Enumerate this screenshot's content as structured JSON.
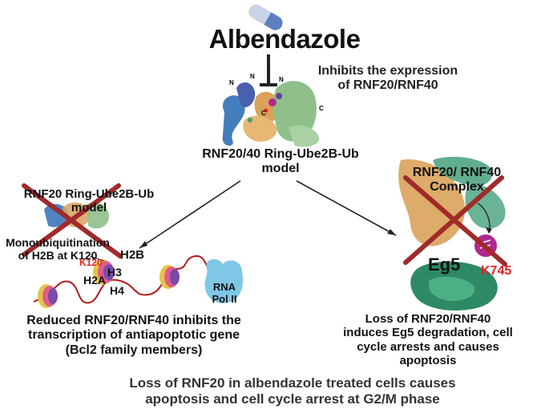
{
  "drug": "Albendazole",
  "inhibit_label_line1": "Inhibits the expression",
  "inhibit_label_line2": "of RNF20/RNF40",
  "model_label_line1": "RNF20/40 Ring-Ube2B-Ub",
  "model_label_line2": "model",
  "left_panel": {
    "ring_label_line1": "RNF20 Ring-Ube2B-Ub",
    "ring_label_line2": "model",
    "mono_line1": "Monoubiquitination",
    "mono_line2": "of H2B at K120",
    "h2b": "H2B",
    "k120": "K120",
    "h3": "H3",
    "h2a": "H2A",
    "h4": "H4",
    "rna_pol_line1": "RNA",
    "rna_pol_line2": "Pol II",
    "caption_line1": "Reduced RNF20/RNF40 inhibits the",
    "caption_line2": "transcription of antiapoptotic gene",
    "caption_line3": "(Bcl2 family members)"
  },
  "right_panel": {
    "complex_line1": "RNF20/ RNF40",
    "complex_line2": "Complex",
    "eg5": "Eg5",
    "k745": "K745",
    "caption_line1": "Loss of RNF20/RNF40",
    "caption_line2": "induces Eg5 degradation, cell",
    "caption_line3": "cycle arrests and causes",
    "caption_line4": "apoptosis"
  },
  "footer_line1": "Loss of RNF20 in albendazole treated cells causes",
  "footer_line2": "apoptosis and cell cycle arrest at G2/M phase",
  "colors": {
    "cross": "#a02a2a",
    "highlight": "#e02020",
    "dna": "#b11a1a",
    "pill_blue": "#5b7fbf",
    "pill_grey": "#c9d3e6",
    "protein_blue": "#2f6fb5",
    "protein_green": "#8fc08a",
    "protein_orange": "#d9a25a",
    "eg5_green": "#3a9a72",
    "ub_purple": "#b0278f",
    "rnapol": "#7fc7e6"
  }
}
